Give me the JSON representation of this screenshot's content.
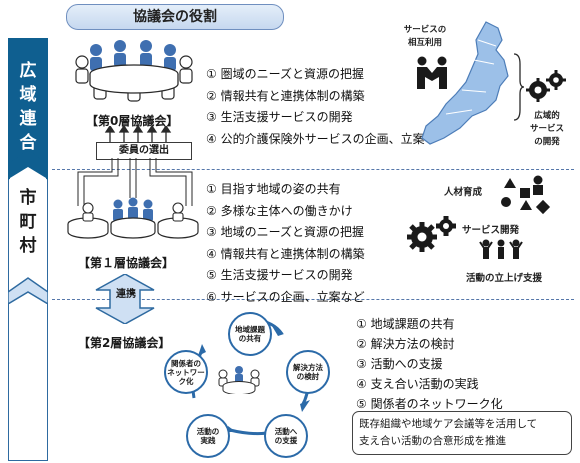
{
  "title": "協議会の役割",
  "left_column": {
    "top_chars": [
      "広",
      "域",
      "連",
      "合"
    ],
    "bottom_chars": [
      "市",
      "町",
      "村"
    ]
  },
  "tier0": {
    "council_label": "【第0層協議会】",
    "election_label": "委員の選出",
    "items": [
      "① 圏域のニーズと資源の把握",
      "② 情報共有と連携体制の構築",
      "③ 生活支援サービスの開発",
      "④ 公的介護保険外サービスの企画、立案"
    ],
    "mutual_label": "サービスの\n相互利用",
    "wide_dev_label": "広域的\nサービス\nの開発"
  },
  "tier1": {
    "council_label": "【第１層協議会】",
    "items": [
      "① 目指す地域の姿の共有",
      "② 多様な主体への働きかけ",
      "③ 地域のニーズと資源の把握",
      "④ 情報共有と連携体制の構築",
      "⑤ 生活支援サービスの開発",
      "⑥ サービスの企画、立案など"
    ],
    "hr_label": "人材育成",
    "service_dev_label": "サービス開発",
    "activity_label": "活動の立上げ支援"
  },
  "tier2": {
    "council_label": "【第2層協議会】",
    "renkei_label": "連携",
    "cycle": [
      "地域課題\nの共有",
      "解決方法\nの検討",
      "活動へ\nの支援",
      "活動の\n実践",
      "関係者の\nネットワー\nク化"
    ],
    "items": [
      "① 地域課題の共有",
      "② 解決方法の検討",
      "③ 活動への支援",
      "④ 支え合い活動の実践",
      "⑤ 関係者のネットワーク化"
    ],
    "note": "既存組織や地域ケア会議等を活用して\n支え合い活動の合意形成を推進"
  },
  "colors": {
    "column_top": "#0f5f90",
    "title_fill": "#c6d8ef",
    "people_blue": "#3f6fb0",
    "map_blue": "#9cc0e8",
    "cycle_blue": "#2b6aa8",
    "dark": "#1a1a1a"
  }
}
